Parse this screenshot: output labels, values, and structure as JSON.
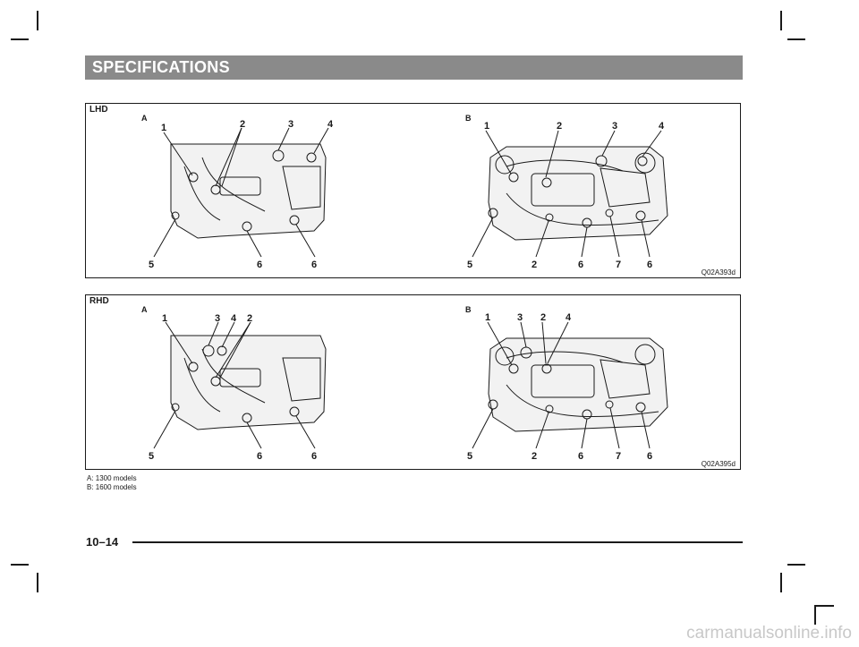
{
  "header": {
    "title": "SPECIFICATIONS"
  },
  "panels": [
    {
      "label": "LHD",
      "figure_code": "Q02A393d",
      "diagrams": [
        {
          "letter": "A",
          "top_numbers": [
            "1",
            "2",
            "3",
            "4"
          ],
          "bottom_numbers": [
            "5",
            "6",
            "6"
          ]
        },
        {
          "letter": "B",
          "top_numbers": [
            "1",
            "2",
            "3",
            "4"
          ],
          "bottom_numbers": [
            "5",
            "2",
            "6",
            "7",
            "6"
          ]
        }
      ]
    },
    {
      "label": "RHD",
      "figure_code": "Q02A395d",
      "diagrams": [
        {
          "letter": "A",
          "top_numbers": [
            "1",
            "3",
            "4",
            "2"
          ],
          "bottom_numbers": [
            "5",
            "6",
            "6"
          ]
        },
        {
          "letter": "B",
          "top_numbers": [
            "1",
            "3",
            "2",
            "4"
          ],
          "bottom_numbers": [
            "5",
            "2",
            "6",
            "7",
            "6"
          ]
        }
      ]
    }
  ],
  "legend": [
    "A: 1300 models",
    "B: 1600 models"
  ],
  "footer": {
    "page_number": "10–14"
  },
  "watermark": "carmanualsonline.info"
}
